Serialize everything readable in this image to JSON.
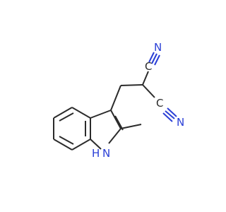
{
  "molecule": {
    "atoms": {
      "n_top": "N",
      "c_top": "C",
      "c_bottom": "C",
      "n_bottom": "N",
      "nh": "H",
      "nh_n": "N"
    },
    "colors": {
      "carbon_bond": "#2b2b2b",
      "nitrogen": "#2a3fd6"
    }
  }
}
